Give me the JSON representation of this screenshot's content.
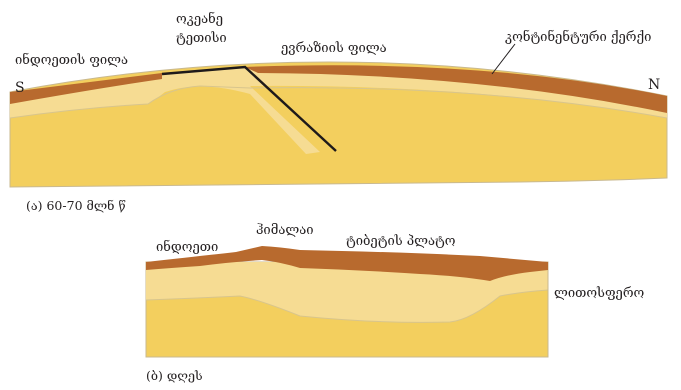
{
  "panel_a": {
    "labels": {
      "indian_plate": "ინდოეთის ფილა",
      "ocean_crust_line1": "ოკეანე",
      "ocean_crust_line2": "ტეთისი",
      "eurasian_plate": "ევრაზიის ფილა",
      "continental_crust": "კონტინენტური ქერქი",
      "south": "S",
      "north": "N"
    },
    "caption": "(ა) 60-70 მლნ წ"
  },
  "panel_b": {
    "labels": {
      "india": "ინდოეთი",
      "himalaya": "ჰიმალაი",
      "tibet_plateau": "ტიბეტის პლატო",
      "lithosphere": "ლითოსფერო"
    },
    "caption": "(ბ) დღეს"
  },
  "colors": {
    "crust_brown": "#b86a2e",
    "lithosphere_light": "#f6dc93",
    "mantle_yellow": "#f3cf5e",
    "outline_gray": "#c9b98f",
    "ocean_slab": "#1e1a1a",
    "leader_line": "#231f20"
  }
}
